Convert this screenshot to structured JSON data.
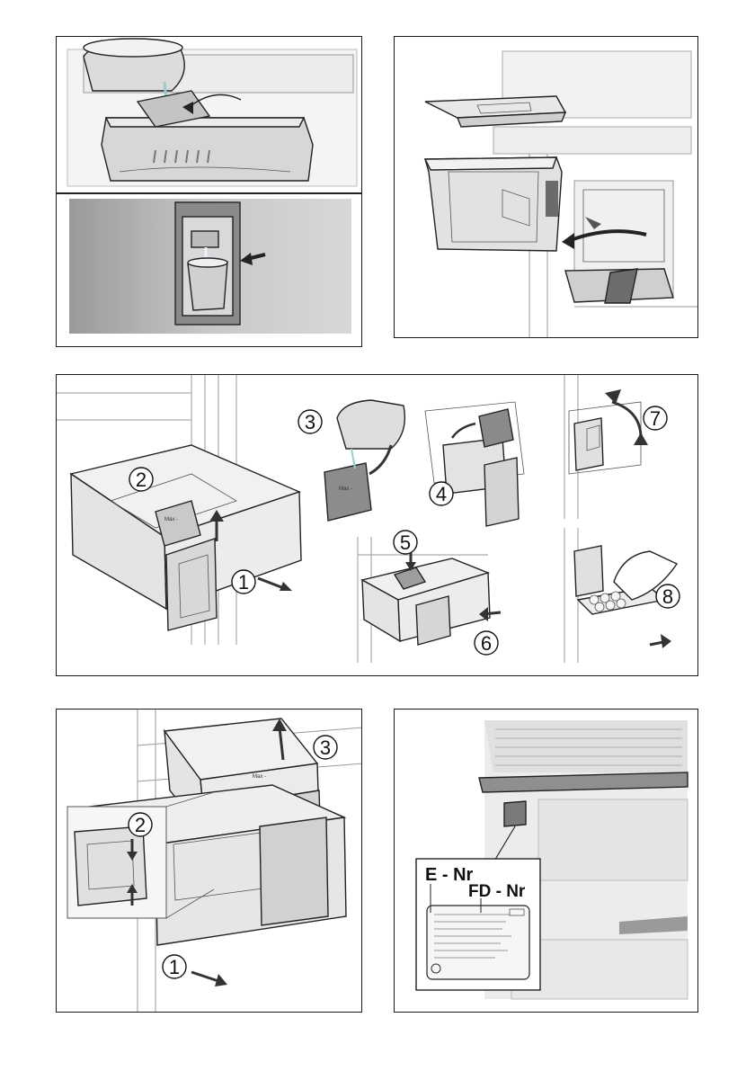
{
  "panels": {
    "freezer_steps": {
      "step1": "1",
      "step2": "2",
      "step3": "3",
      "step4": "4",
      "step5": "5",
      "step6": "6",
      "step7": "7",
      "step8": "8",
      "max_mark": "Max -"
    },
    "drawer_removal": {
      "step1": "1",
      "step2": "2",
      "step3": "3",
      "max_mark": "Max -"
    },
    "rating_plate": {
      "e_nr_label": "E - Nr",
      "fd_nr_label": "FD - Nr"
    }
  },
  "colors": {
    "frame": "#1a1a1a",
    "light_gray": "#e6e6e6",
    "mid_gray": "#bdbdbd",
    "dark_gray": "#8f8f8f",
    "arrow": "#3a3a3a"
  }
}
